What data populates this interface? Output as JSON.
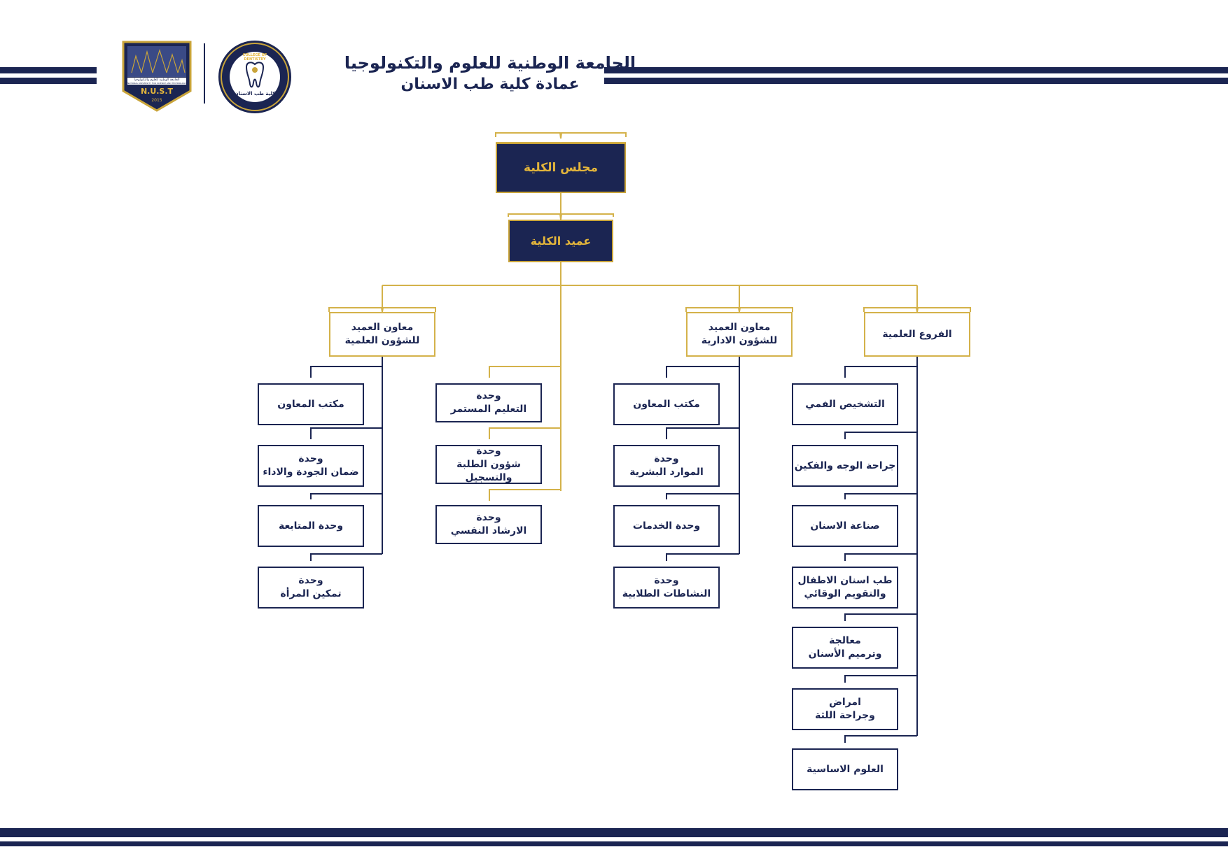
{
  "header": {
    "university_name": "الجامعة الوطنية للعلوم والتكنولوجيا",
    "college_name": "عمادة كلية طب الاسنان",
    "logo_nust": {
      "abbr": "N.U.S.T",
      "year": "2015",
      "arabic": "الجامعة الوطنية للعلوم والتكنولوجيا",
      "english": "NATIONAL UNIVERSITY FOR SCIENCE AND TECHNOLOGY"
    },
    "logo_college": {
      "english": "COLLEGE OF DENTISTRY",
      "arabic": "كلية طب الاسنان"
    }
  },
  "org": {
    "council": "مجلس الكلية",
    "dean": "عميد الكلية",
    "scientific_deputy": "معاون العميد\nللشؤون العلمية",
    "admin_deputy": "معاون العميد\nللشؤون الادارية",
    "branches_head": "الفروع العلمية",
    "scientific_units": [
      "مكتب المعاون",
      "وحدة\nضمان الجودة والاداء",
      "وحدة المتابعة",
      "وحدة\nتمكين المرأة"
    ],
    "dean_units": [
      "وحدة\nالتعليم المستمر",
      "وحدة\nشؤون الطلبة والتسجيل",
      "وحدة\nالارشاد النفسي"
    ],
    "admin_units": [
      "مكتب المعاون",
      "وحدة\nالموارد البشرية",
      "وحدة الخدمات",
      "وحدة\nالنشاطات الطلابية"
    ],
    "branches": [
      "التشخيص الفمي",
      "جراحة الوجه والفكين",
      "صناعة الاسنان",
      "طب اسنان الاطفال\nوالتقويم الوقائي",
      "معالجة\nوترميم الأسنان",
      "امراض\nوجراحة اللثة",
      "العلوم الاساسية"
    ]
  },
  "colors": {
    "navy": "#1b2552",
    "gold": "#d4b24a"
  }
}
